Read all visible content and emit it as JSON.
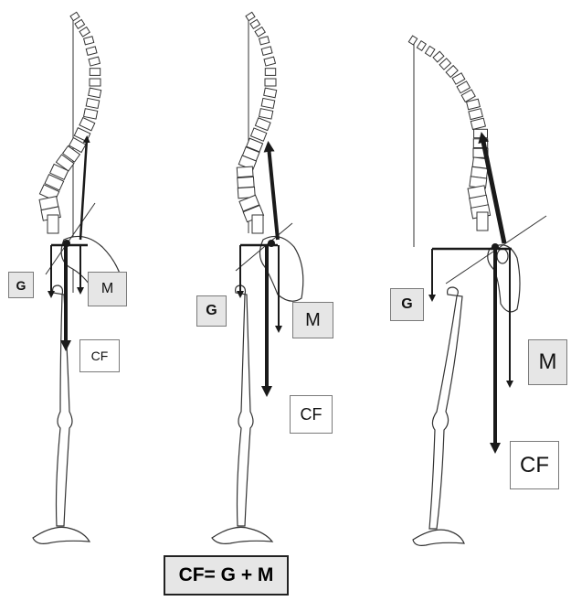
{
  "figures": [
    {
      "g_label": "G",
      "m_label": "M",
      "cf_label": "CF"
    },
    {
      "g_label": "G",
      "m_label": "M",
      "cf_label": "CF"
    },
    {
      "g_label": "G",
      "m_label": "M",
      "cf_label": "CF"
    }
  ],
  "formula": "CF= G + M",
  "colors": {
    "line": "#1a1a1a",
    "bone_fill": "#ffffff",
    "label_fill": "#e6e6e6"
  }
}
